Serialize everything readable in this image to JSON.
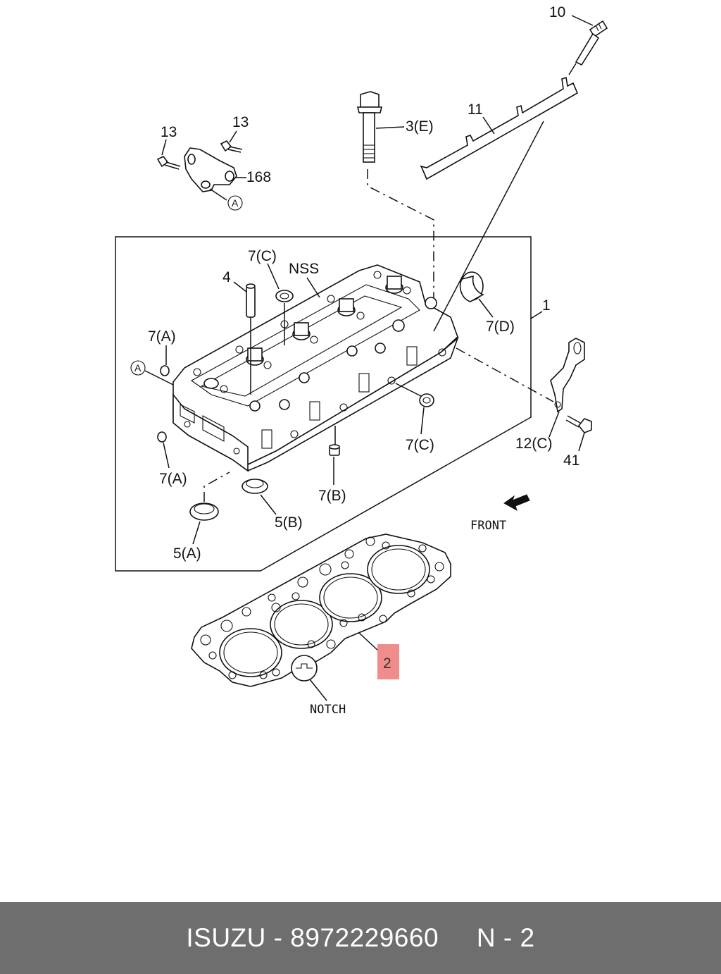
{
  "labels": {
    "p10": "10",
    "p11": "11",
    "p13a": "13",
    "p13b": "13",
    "p168": "168",
    "p3e": "3(E)",
    "circleA_top": "A",
    "p7c_top": "7(C)",
    "nss": "NSS",
    "p4": "4",
    "p7a_top": "7(A)",
    "circleA_left": "A",
    "p1": "1",
    "p7d": "7(D)",
    "p7c_mid": "7(C)",
    "p12c": "12(C)",
    "p41": "41",
    "p7a_bottom": "7(A)",
    "p7b": "7(B)",
    "p5b": "5(B)",
    "p5a": "5(A)",
    "front": "FRONT",
    "p2": "2",
    "notch": "NOTCH"
  },
  "colors": {
    "highlight": "#f08c8c",
    "footer_bg": "#6e6e6e",
    "footer_text": "#ffffff",
    "line": "#111111"
  },
  "footer": {
    "brand": "ISUZU",
    "part_number": "8972229660",
    "ref": "N - 2",
    "text": "ISUZU - 8972229660     N - 2"
  }
}
